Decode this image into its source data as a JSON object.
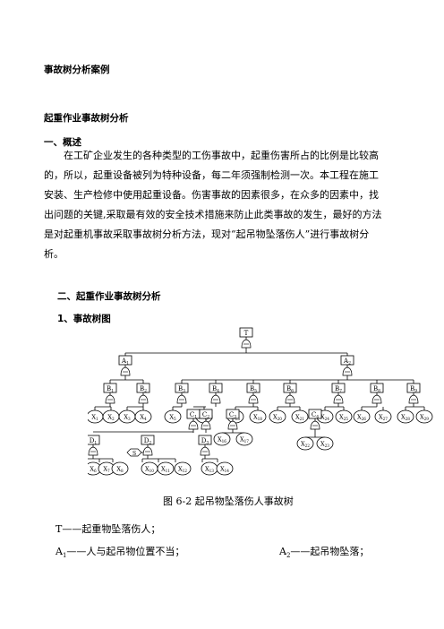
{
  "doc_title": "事故树分析案例",
  "section_title": "起重作业事故树分析",
  "h1": "一、概述",
  "paragraph_lines": [
    "在工矿企业发生的各种类型的工伤事故中，起重伤害所占的比例是比较高",
    "的，所以，起重设备被列为特种设备，每二年须强制检测一次。本工程在施工",
    "安装、生产检修中使用起重设备。伤害事故的因素很多，在众多的因素中，找",
    "出问题的关键,采取最有效的安全技术措施来防止此类事故的发生，最好的方法",
    "是对起重机事故采取事故树分析方法，现对“起吊物坠落伤人”进行事故树分",
    "析。"
  ],
  "h2": "二、起重作业事故树分析",
  "h3": "1、事故树图",
  "tree": {
    "top": "T",
    "a_nodes": [
      "A1",
      "A2"
    ],
    "b_nodes": [
      "B1",
      "B2",
      "B3",
      "B4",
      "B5",
      "B6",
      "B7",
      "B8",
      "B9"
    ],
    "c_nodes": [
      "C1",
      "C2",
      "C3",
      "C4"
    ],
    "d_nodes": [
      "D1",
      "D2",
      "D3"
    ],
    "cond": "S",
    "x_row1": [
      "X1",
      "X2",
      "X3",
      "X4",
      "X5",
      "X6",
      "X15",
      "X18",
      "X20",
      "X21",
      "X24",
      "X25",
      "X26",
      "X27",
      "X28",
      "X29"
    ],
    "x_row2": [
      "X16",
      "X17",
      "X22",
      "X23"
    ],
    "x_row3": [
      "X6",
      "X7",
      "X8",
      "X10",
      "X11",
      "X12",
      "X13",
      "X14"
    ]
  },
  "caption": "图 6-2  起吊物坠落伤人事故树",
  "legend": {
    "t_line": "T——起重物坠落伤人；",
    "a1_label": "A",
    "a1_sub": "1",
    "a1_text": "——人与起吊物位置不当；",
    "a2_label": "A",
    "a2_sub": "2",
    "a2_text": "——起吊物坠落；"
  }
}
